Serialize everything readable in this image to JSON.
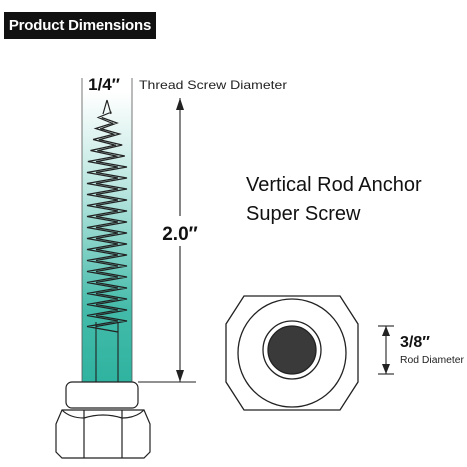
{
  "header": {
    "title": "Product Dimensions"
  },
  "screw": {
    "diameter_label": "1/4″",
    "diameter_caption": "Thread Screw Diameter",
    "length_label": "2.0″"
  },
  "product": {
    "name_line1": "Vertical Rod Anchor",
    "name_line2": "Super Screw"
  },
  "rod": {
    "diameter_label": "3/8″",
    "diameter_caption": "Rod Diameter"
  },
  "colors": {
    "accent_teal": "#2fb3a0",
    "line": "#222222",
    "rod_fill": "#3a3a3a",
    "badge_bg": "#111111"
  }
}
